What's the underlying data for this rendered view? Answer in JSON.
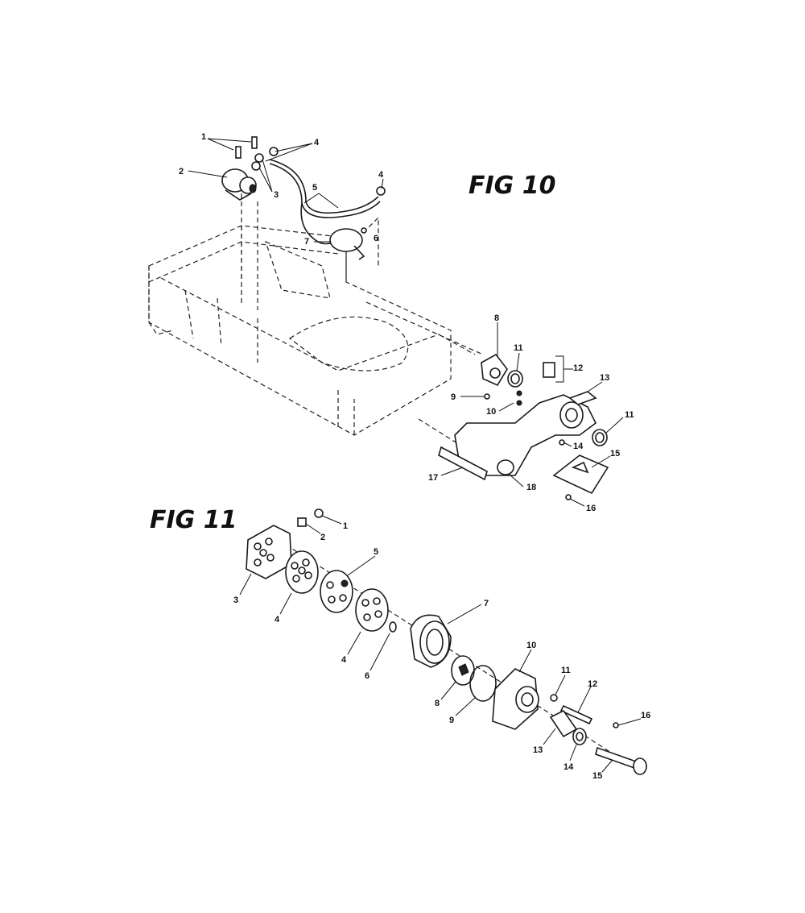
{
  "figures": [
    {
      "title": "FIG 10",
      "callouts": [
        {
          "label": "1"
        },
        {
          "label": "2"
        },
        {
          "label": "3"
        },
        {
          "label": "4"
        },
        {
          "label": "4"
        },
        {
          "label": "5"
        },
        {
          "label": "6"
        },
        {
          "label": "7"
        },
        {
          "label": "8"
        },
        {
          "label": "9"
        },
        {
          "label": "10"
        },
        {
          "label": "11"
        },
        {
          "label": "11"
        },
        {
          "label": "12"
        },
        {
          "label": "13"
        },
        {
          "label": "14"
        },
        {
          "label": "15"
        },
        {
          "label": "16"
        },
        {
          "label": "17"
        },
        {
          "label": "18"
        }
      ]
    },
    {
      "title": "FIG 11",
      "callouts": [
        {
          "label": "1"
        },
        {
          "label": "2"
        },
        {
          "label": "3"
        },
        {
          "label": "4"
        },
        {
          "label": "4"
        },
        {
          "label": "5"
        },
        {
          "label": "6"
        },
        {
          "label": "7"
        },
        {
          "label": "8"
        },
        {
          "label": "9"
        },
        {
          "label": "10"
        },
        {
          "label": "11"
        },
        {
          "label": "12"
        },
        {
          "label": "13"
        },
        {
          "label": "14"
        },
        {
          "label": "15"
        },
        {
          "label": "16"
        }
      ]
    }
  ]
}
